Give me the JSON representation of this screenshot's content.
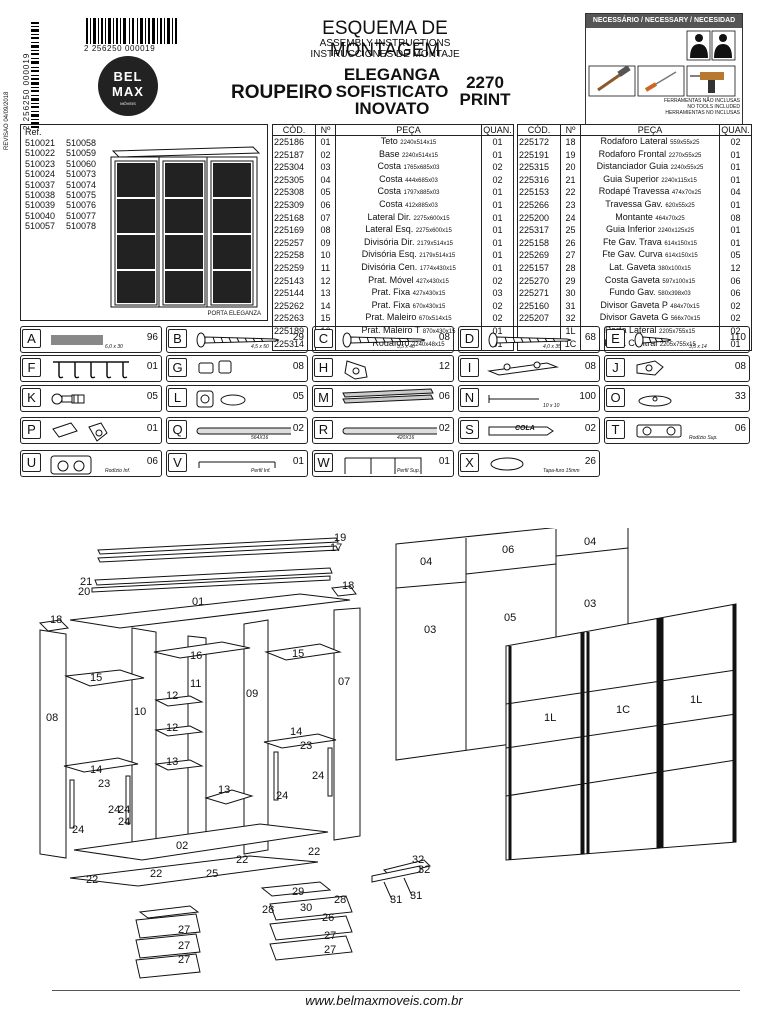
{
  "header": {
    "revision": "REVISÃO 04/09/2018",
    "barcode_side": "2 256250 000019",
    "barcode_top": "2 256250 000019",
    "logo_line1": "BEL",
    "logo_line2": "MAX",
    "logo_line3": "MÓVEIS",
    "title_pt": "ESQUEMA DE MONTAGEM",
    "title_en": "ASSEMBLY INSTRUCTIONS",
    "title_es": "INSTRUCCIONES DE MONTAJE",
    "product_type": "ROUPEIRO",
    "models": [
      "ELEGANGA",
      "SOFISTICATO",
      "INOVATO"
    ],
    "product_code": [
      "2270",
      "PRINT"
    ]
  },
  "necessary": {
    "title": "NECESSÁRIO / NECESSARY / NECESIDAD",
    "footnote": [
      "FERRAMENTAS NÃO INCLUSAS",
      "NO TOOLS INCLUDED",
      "HERRAMIENTAS NO INCLUSAS"
    ],
    "icons": [
      "two-people-icon",
      "hammer-icon",
      "screwdriver-icon",
      "drill-icon"
    ]
  },
  "references": {
    "label": "Ref.",
    "codes": [
      [
        "510021",
        "510058"
      ],
      [
        "510022",
        "510059"
      ],
      [
        "510023",
        "510060"
      ],
      [
        "510024",
        "510073"
      ],
      [
        "510037",
        "510074"
      ],
      [
        "510038",
        "510075"
      ],
      [
        "510039",
        "510076"
      ],
      [
        "510040",
        "510077"
      ],
      [
        "510057",
        "510078"
      ]
    ],
    "caption": "PORTA ELEGANZA"
  },
  "parts_headers": {
    "code": "CÓD.",
    "no": "Nº",
    "piece": "PEÇA",
    "qty": "QUAN."
  },
  "parts_left": [
    {
      "code": "225186",
      "no": "01",
      "name": "Teto",
      "dim": "2240x514x15",
      "qty": "01"
    },
    {
      "code": "225187",
      "no": "02",
      "name": "Base",
      "dim": "2240x514x15",
      "qty": "01"
    },
    {
      "code": "225304",
      "no": "03",
      "name": "Costa",
      "dim": "1765x685x03",
      "qty": "02"
    },
    {
      "code": "225305",
      "no": "04",
      "name": "Costa",
      "dim": "444x685x03",
      "qty": "02"
    },
    {
      "code": "225308",
      "no": "05",
      "name": "Costa",
      "dim": "1797x885x03",
      "qty": "01"
    },
    {
      "code": "225309",
      "no": "06",
      "name": "Costa",
      "dim": "412x885x03",
      "qty": "01"
    },
    {
      "code": "225168",
      "no": "07",
      "name": "Lateral Dir.",
      "dim": "2275x600x15",
      "qty": "01"
    },
    {
      "code": "225169",
      "no": "08",
      "name": "Lateral Esq.",
      "dim": "2275x600x15",
      "qty": "01"
    },
    {
      "code": "225257",
      "no": "09",
      "name": "Divisória Dir.",
      "dim": "2179x514x15",
      "qty": "01"
    },
    {
      "code": "225258",
      "no": "10",
      "name": "Divisória Esq.",
      "dim": "2179x514x15",
      "qty": "01"
    },
    {
      "code": "225259",
      "no": "11",
      "name": "Divisória Cen.",
      "dim": "1774x430x15",
      "qty": "01"
    },
    {
      "code": "225143",
      "no": "12",
      "name": "Prat. Móvel",
      "dim": "427x430x15",
      "qty": "02"
    },
    {
      "code": "225144",
      "no": "13",
      "name": "Prat. Fixa",
      "dim": "427x430x15",
      "qty": "03"
    },
    {
      "code": "225262",
      "no": "14",
      "name": "Prat. Fixa",
      "dim": "670x430x15",
      "qty": "02"
    },
    {
      "code": "225263",
      "no": "15",
      "name": "Prat. Maleiro",
      "dim": "670x514x15",
      "qty": "02"
    },
    {
      "code": "225189",
      "no": "16",
      "name": "Prat. Maleiro T",
      "dim": "870x430x15",
      "qty": "01"
    },
    {
      "code": "225314",
      "no": "17",
      "name": "Rodaforo",
      "dim": "2240x48x15",
      "qty": "01"
    }
  ],
  "parts_right": [
    {
      "code": "225172",
      "no": "18",
      "name": "Rodaforo Lateral",
      "dim": "559x55x25",
      "qty": "02"
    },
    {
      "code": "225191",
      "no": "19",
      "name": "Rodaforo Frontal",
      "dim": "2270x55x25",
      "qty": "01"
    },
    {
      "code": "225315",
      "no": "20",
      "name": "Distanciador Guia",
      "dim": "2240x55x25",
      "qty": "01"
    },
    {
      "code": "225316",
      "no": "21",
      "name": "Guia Superior",
      "dim": "2240x115x15",
      "qty": "01"
    },
    {
      "code": "225153",
      "no": "22",
      "name": "Rodapé Travessa",
      "dim": "474x70x25",
      "qty": "04"
    },
    {
      "code": "225266",
      "no": "23",
      "name": "Travessa Gav.",
      "dim": "620x55x25",
      "qty": "01"
    },
    {
      "code": "225200",
      "no": "24",
      "name": "Montante",
      "dim": "464x70x25",
      "qty": "08"
    },
    {
      "code": "225317",
      "no": "25",
      "name": "Guia Inferior",
      "dim": "2240x125x25",
      "qty": "01"
    },
    {
      "code": "225158",
      "no": "26",
      "name": "Fte Gav. Trava",
      "dim": "614x150x15",
      "qty": "01"
    },
    {
      "code": "225269",
      "no": "27",
      "name": "Fte Gav. Curva",
      "dim": "614x150x15",
      "qty": "05"
    },
    {
      "code": "225157",
      "no": "28",
      "name": "Lat. Gaveta",
      "dim": "380x100x15",
      "qty": "12"
    },
    {
      "code": "225270",
      "no": "29",
      "name": "Costa Gaveta",
      "dim": "597x100x15",
      "qty": "06"
    },
    {
      "code": "225271",
      "no": "30",
      "name": "Fundo Gav.",
      "dim": "580x398x03",
      "qty": "06"
    },
    {
      "code": "225160",
      "no": "31",
      "name": "Divisor Gaveta P",
      "dim": "484x70x15",
      "qty": "02"
    },
    {
      "code": "225207",
      "no": "32",
      "name": "Divisor Gaveta G",
      "dim": "566x70x15",
      "qty": "02"
    },
    {
      "code": "",
      "no": "1L",
      "name": "Porta Lateral",
      "dim": "2205x755x15",
      "qty": "02"
    },
    {
      "code": "",
      "no": "1C",
      "name": "Porta Central",
      "dim": "2205x755x15",
      "qty": "01"
    }
  ],
  "hardware": [
    {
      "letter": "A",
      "qty": "96",
      "dim": "6,0 x 30",
      "icon": "screw-long-icon"
    },
    {
      "letter": "B",
      "qty": "29",
      "dim": "4,5 x 50",
      "icon": "screw-icon"
    },
    {
      "letter": "C",
      "qty": "08",
      "dim": "3,5 x 40",
      "icon": "screw-icon"
    },
    {
      "letter": "D",
      "qty": "68",
      "dim": "4,0 x 35",
      "icon": "screw-icon"
    },
    {
      "letter": "E",
      "qty": "110",
      "dim": "3,5 x 14",
      "icon": "short-screw-icon"
    },
    {
      "letter": "F",
      "qty": "01",
      "dim": "",
      "icon": "hanger-hooks-icon"
    },
    {
      "letter": "G",
      "qty": "08",
      "dim": "",
      "icon": "cam-fitting-icon"
    },
    {
      "letter": "H",
      "qty": "12",
      "dim": "",
      "icon": "bracket-icon"
    },
    {
      "letter": "I",
      "qty": "08",
      "dim": "",
      "icon": "plate-icon"
    },
    {
      "letter": "J",
      "qty": "08",
      "dim": "",
      "icon": "clip-icon"
    },
    {
      "letter": "K",
      "qty": "05",
      "dim": "",
      "icon": "cam-bolt-icon"
    },
    {
      "letter": "L",
      "qty": "05",
      "dim": "",
      "icon": "cam-lock-icon"
    },
    {
      "letter": "M",
      "qty": "06",
      "dim": "",
      "icon": "drawer-slide-icon"
    },
    {
      "letter": "N",
      "qty": "100",
      "dim": "10 x 10",
      "icon": "nail-icon"
    },
    {
      "letter": "O",
      "qty": "33",
      "dim": "",
      "icon": "glide-icon"
    },
    {
      "letter": "P",
      "qty": "01",
      "dim": "",
      "icon": "lock-key-icon"
    },
    {
      "letter": "Q",
      "qty": "02",
      "dim": "564X16",
      "icon": "rod-icon"
    },
    {
      "letter": "R",
      "qty": "02",
      "dim": "420X16",
      "icon": "rod-icon"
    },
    {
      "letter": "S",
      "qty": "02",
      "dim": "",
      "icon": "glue-icon",
      "text": "COLA"
    },
    {
      "letter": "T",
      "qty": "06",
      "dim": "Rodízio Sup.",
      "icon": "top-roller-icon"
    },
    {
      "letter": "U",
      "qty": "06",
      "dim": "Rodízio Inf.",
      "icon": "bottom-roller-icon"
    },
    {
      "letter": "V",
      "qty": "01",
      "dim": "Perfil Inf.",
      "icon": "bottom-profile-icon"
    },
    {
      "letter": "W",
      "qty": "01",
      "dim": "Perfil Sup.",
      "icon": "top-profile-icon"
    },
    {
      "letter": "X",
      "qty": "26",
      "dim": "Tapa-furo 15mm",
      "icon": "cover-cap-icon"
    }
  ],
  "callouts": {
    "c19": "19",
    "c17": "17",
    "c21": "21",
    "c20": "20",
    "c18a": "18",
    "c18b": "18",
    "c01": "01",
    "c15a": "15",
    "c16": "16",
    "c15b": "15",
    "c11": "11",
    "c12a": "12",
    "c09": "09",
    "c07": "07",
    "c08": "08",
    "c10": "10",
    "c12b": "12",
    "c13a": "13",
    "c14a": "14",
    "c23a": "23",
    "c14b": "14",
    "c23b": "23",
    "c24a": "24",
    "c24b": "24",
    "c24c": "24",
    "c24d": "24",
    "c24e": "24",
    "c24f": "24",
    "c13b": "13",
    "c02": "02",
    "c22a": "22",
    "c22b": "22",
    "c22c": "22",
    "c22d": "22",
    "c25": "25",
    "c32a": "32",
    "c32b": "32",
    "c31a": "31",
    "c31b": "31",
    "c29": "29",
    "c28a": "28",
    "c28b": "28",
    "c30": "30",
    "c26": "26",
    "c27a": "27",
    "c27b": "27",
    "c27c": "27",
    "c27d": "27",
    "c27e": "27",
    "b04a": "04",
    "b06": "06",
    "b04b": "04",
    "b03a": "03",
    "b05": "05",
    "b03b": "03",
    "d1la": "1L",
    "d1c": "1C",
    "d1lb": "1L"
  },
  "footer": {
    "website": "www.belmaxmoveis.com.br"
  }
}
